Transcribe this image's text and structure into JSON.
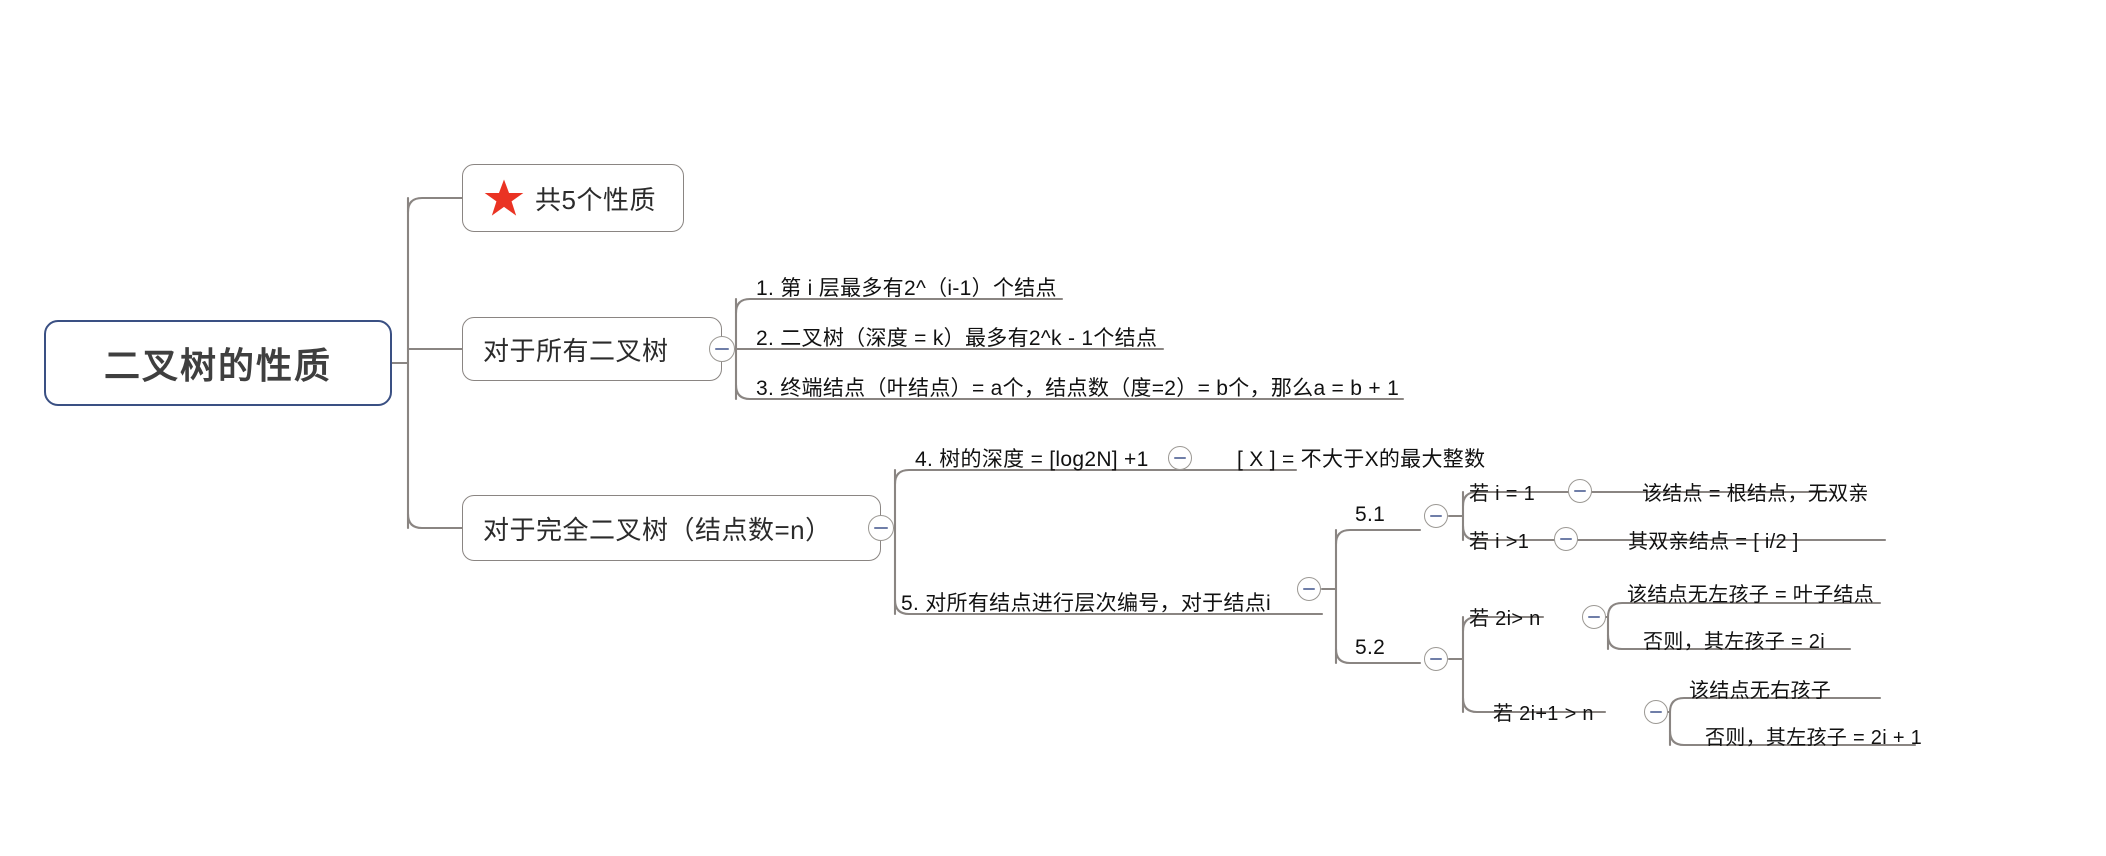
{
  "map": {
    "root": {
      "label": "二叉树的性质"
    },
    "branches": [
      {
        "id": "b1",
        "label": "共5个性质",
        "icon": "red-star-icon"
      },
      {
        "id": "b2",
        "label": "对于所有二叉树"
      },
      {
        "id": "b3",
        "label": "对于完全二叉树（结点数=n）"
      }
    ],
    "all_binary_tree_items": [
      {
        "n": "1",
        "text": "1. 第 i 层最多有2^（i-1）个结点"
      },
      {
        "n": "2",
        "text": "2. 二叉树（深度 = k）最多有2^k - 1个结点"
      },
      {
        "n": "3",
        "text": "3. 终端结点（叶结点）= a个，结点数（度=2）= b个，那么a = b + 1"
      }
    ],
    "complete_binary_tree_items": [
      {
        "n": "4",
        "text": "4. 树的深度 = [log2N] +1",
        "note": "[ X ] = 不大于X的最大整数"
      },
      {
        "n": "5",
        "text": "5. 对所有结点进行层次编号，对于结点i"
      }
    ],
    "item5_groups": [
      {
        "label": "5.1",
        "conditions": [
          {
            "cond": "若 i = 1",
            "result": "该结点 = 根结点，无双亲"
          },
          {
            "cond": "若 i >1",
            "result": "其双亲结点 = [ i/2 ]"
          }
        ]
      },
      {
        "label": "5.2",
        "conditions": [
          {
            "cond": "若 2i> n",
            "result_a": "该结点无左孩子 = 叶子结点",
            "result_b": "否则，其左孩子 = 2i"
          },
          {
            "cond": "若 2i+1 > n",
            "result_a": "该结点无右孩子",
            "result_b": "否则，其左孩子 = 2i + 1"
          }
        ]
      }
    ],
    "colors": {
      "root_border": "#3a5083",
      "node_border": "#8a8582",
      "connector": "#8a8582",
      "star": "#ea3323",
      "text": "#111111",
      "toggle_minus": "#6f7ea8",
      "background": "#ffffff"
    }
  }
}
